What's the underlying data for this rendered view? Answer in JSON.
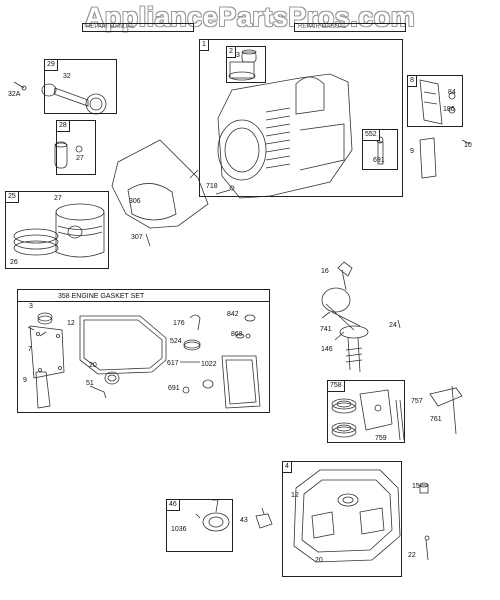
{
  "watermark": "AppliancePartsPros.com",
  "manual_stamps": [
    "REPAIR MANUAL",
    "REPAIR MANUAL"
  ],
  "boxes": {
    "b1": "1",
    "b2": "2",
    "b29": "29",
    "b28": "28",
    "b25": "25",
    "b8": "8",
    "b552": "552",
    "b358": "358 ENGINE GASKET SET",
    "b758": "758",
    "b4": "4",
    "b46": "46"
  },
  "labels": {
    "l32a": "32A",
    "l32": "32",
    "l27a": "27",
    "l27b": "27",
    "l26": "26",
    "l306": "306",
    "l307": "307",
    "l3": "3",
    "l718": "718",
    "l691a": "691",
    "l84": "84",
    "l186": "186",
    "l9a": "9",
    "l10": "10",
    "l16": "16",
    "l741": "741",
    "l146": "146",
    "l24": "24",
    "g3": "3",
    "g12": "12",
    "g7": "7",
    "g9": "9",
    "g20": "20",
    "g51": "51",
    "g176": "176",
    "g524": "524",
    "g617": "617",
    "g1022": "1022",
    "g842": "842",
    "g868": "868",
    "g691": "691",
    "l757": "757",
    "l761": "761",
    "l759": "759",
    "l15": "15",
    "l12b": "12",
    "l20b": "20",
    "l22": "22",
    "l43": "43",
    "l1036": "1036"
  }
}
